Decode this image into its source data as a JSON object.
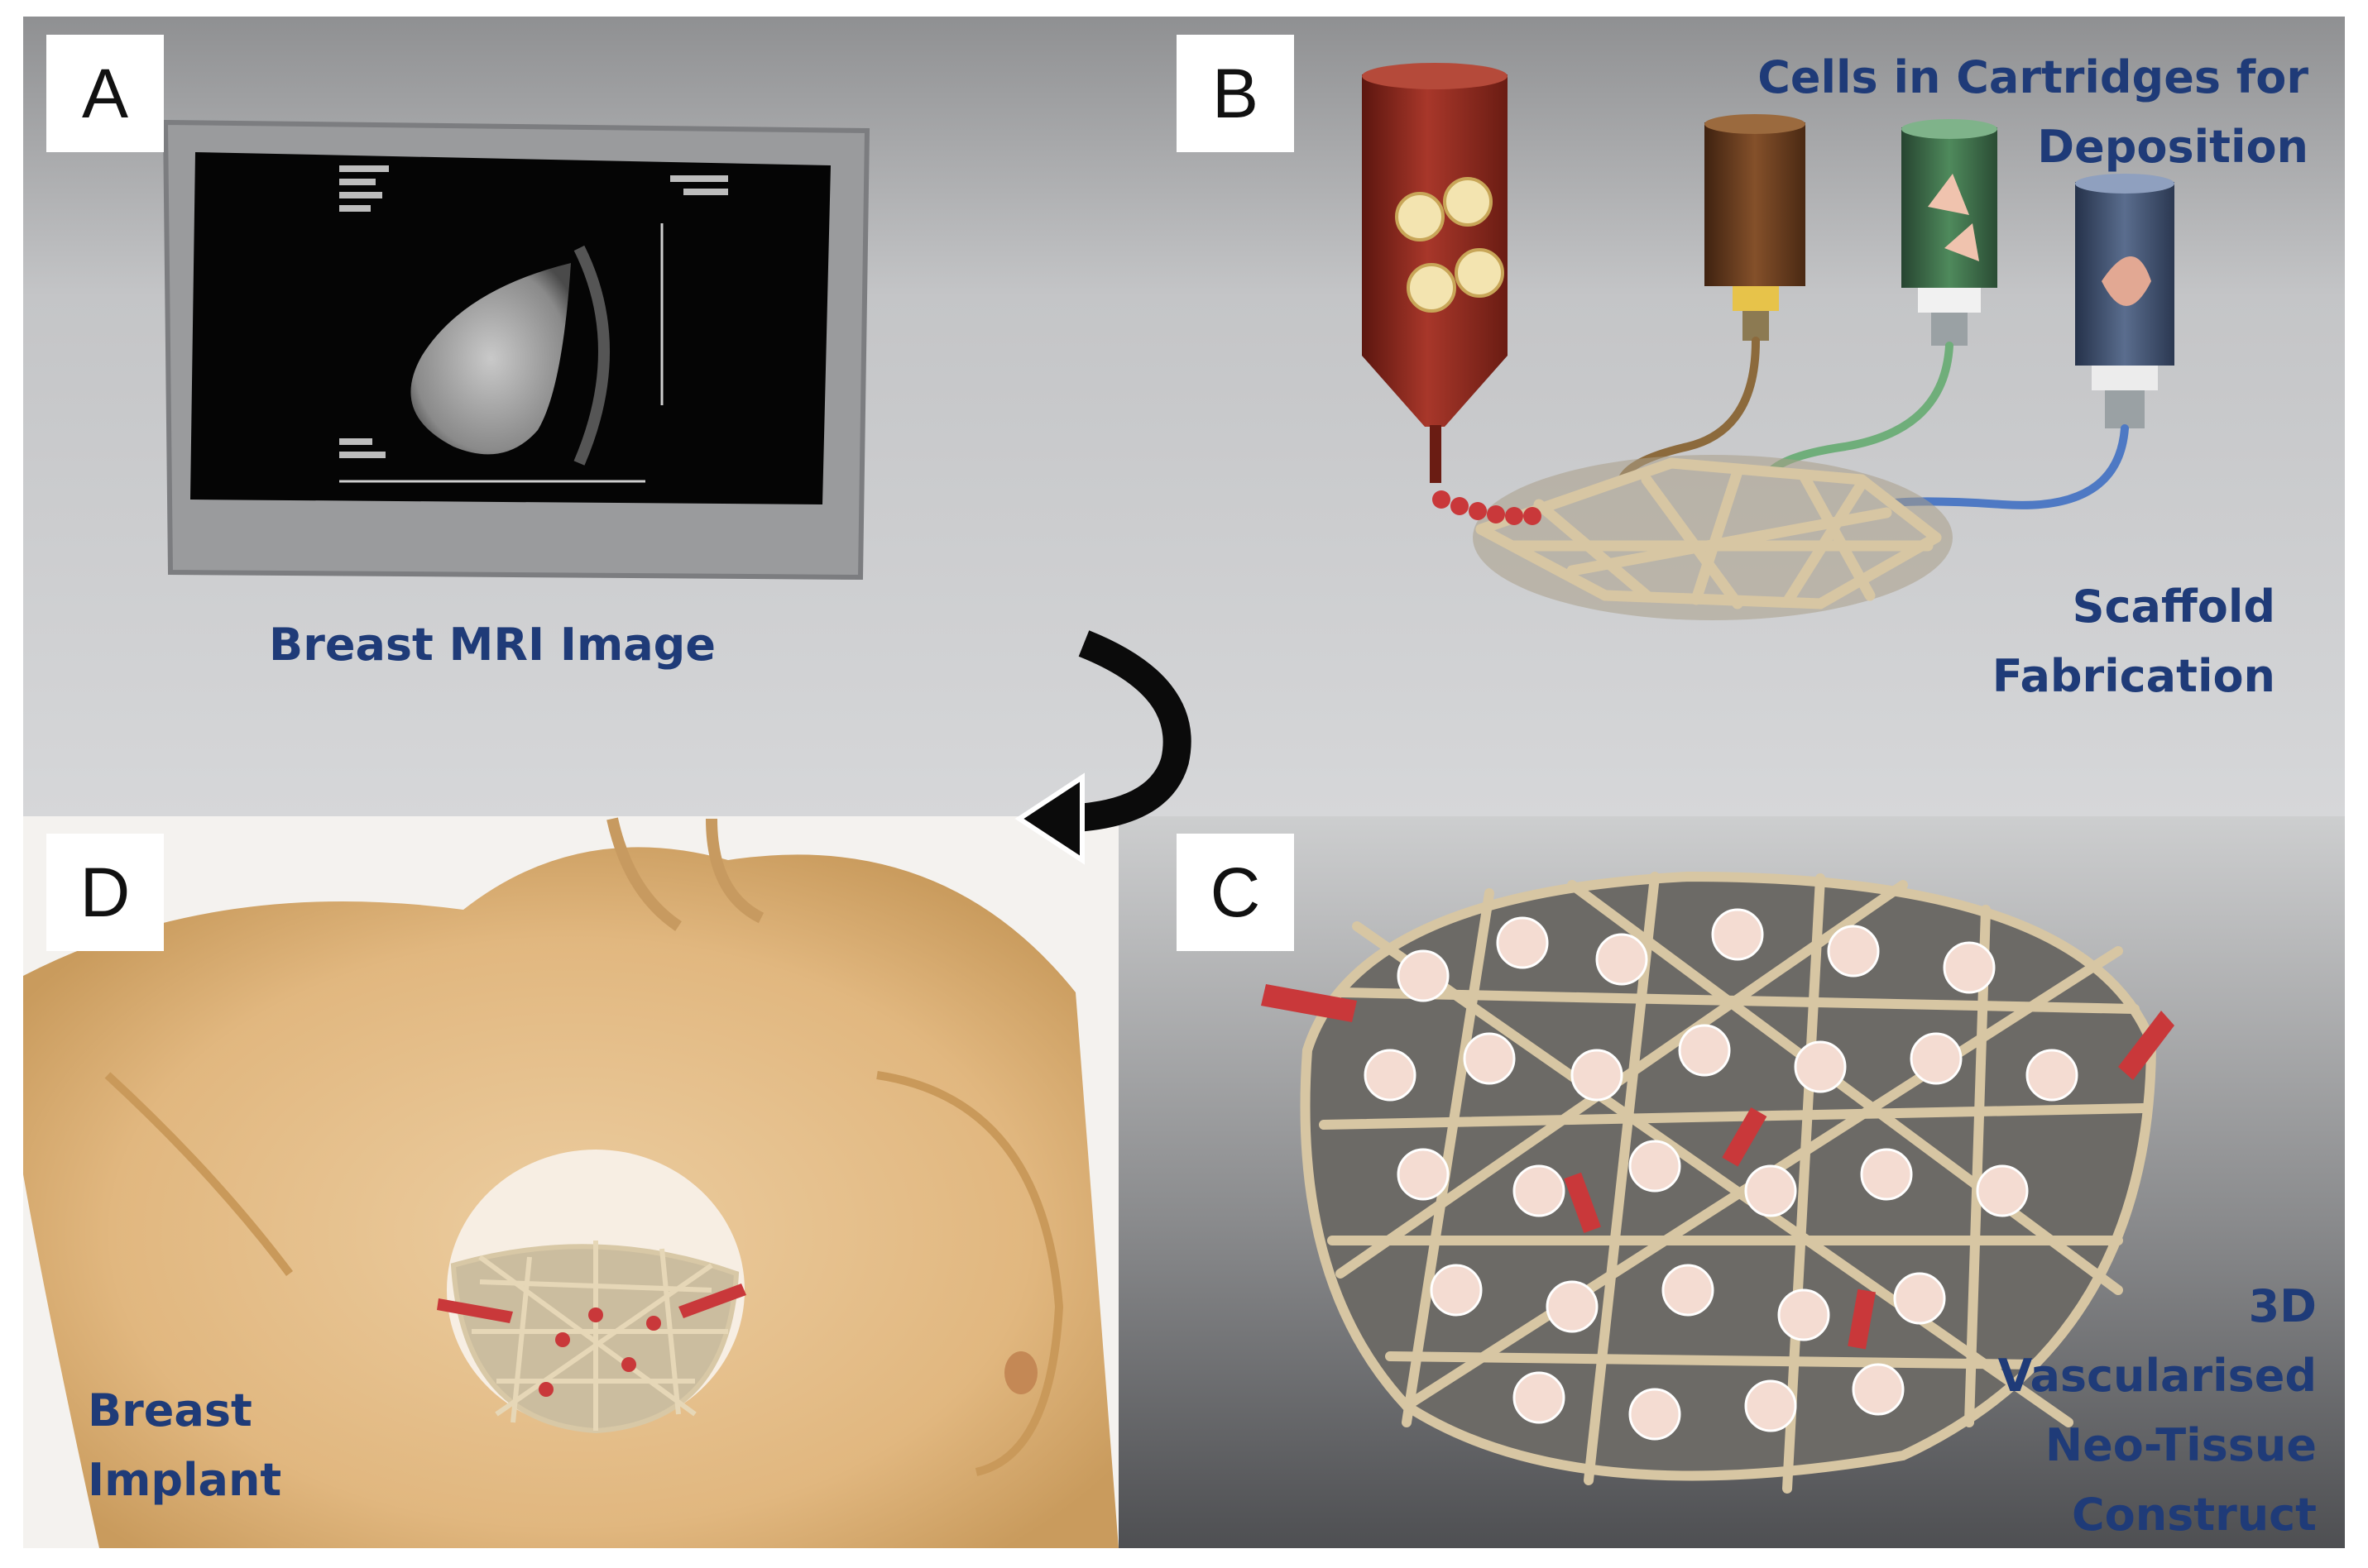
{
  "panels": {
    "a": {
      "letter": "A",
      "caption": [
        "Breast MRI Image"
      ]
    },
    "b": {
      "letter": "B",
      "caption_top": [
        "Cells in Cartridges for",
        "Deposition"
      ],
      "caption_bottom": [
        "Scaffold",
        "Fabrication"
      ]
    },
    "c": {
      "letter": "C",
      "caption": [
        "3D",
        "Vascularised",
        "Neo-Tissue",
        "Construct"
      ]
    },
    "d": {
      "letter": "D",
      "caption": [
        "Breast",
        "Implant"
      ]
    }
  },
  "colors": {
    "caption_text": "#1f3b78",
    "scaffold": "#d3c2a0",
    "vessel_red": "#c9383a",
    "skin": "#e8c391",
    "cartridge_red": "#8f2a1d",
    "cartridge_brown": "#6b3b1d",
    "cartridge_green": "#3d6b47",
    "cartridge_blue": "#3e4f6b"
  }
}
